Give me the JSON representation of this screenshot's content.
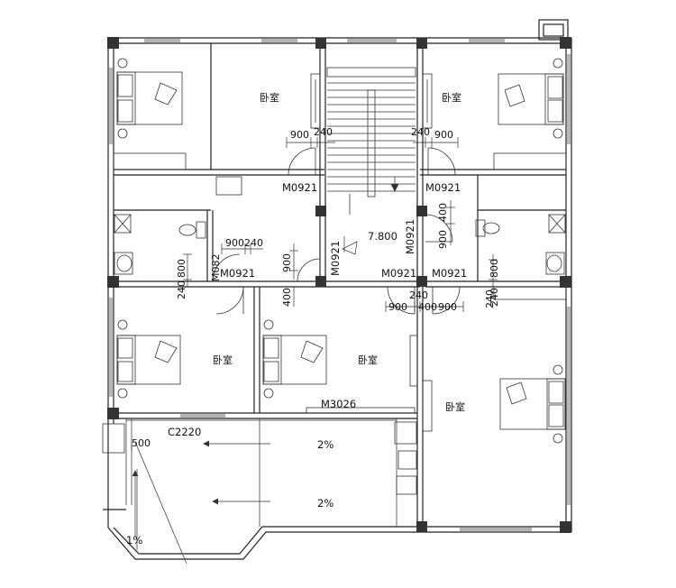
{
  "rooms": {
    "bedroom_top_left": "卧室",
    "bedroom_top_right": "卧室",
    "bedroom_mid_left": "卧室",
    "bedroom_mid_center": "卧室",
    "bedroom_right": "卧室"
  },
  "doors": {
    "m_tl": "M0921",
    "m_tr": "M0921",
    "m_bath_left": "M0921",
    "m_stair": "M0921",
    "m_bath_right": "M0921",
    "m_center": "M0921",
    "m_right": "M0921",
    "m3026": "M3026"
  },
  "windows": {
    "c2220": "C2220"
  },
  "elevation": "7.800",
  "slopes": [
    "2%",
    "2%",
    "1%"
  ],
  "dimensions": {
    "d900_tl": "900",
    "d240_tl": "240",
    "d240_tr": "240",
    "d900_tr": "900",
    "d900240": "900240",
    "d800_l": "800",
    "d240_l": "240",
    "d082": "M082",
    "d900_mid": "900",
    "d400_mid": "400",
    "d400_r": "400",
    "d900_r": "900",
    "d800_r": "800",
    "d240_mr": "240",
    "d240_c": "240",
    "d900_c1": "900",
    "d400_c": "400",
    "d900_c2": "900",
    "d240_rr": "240",
    "d500": "500"
  }
}
